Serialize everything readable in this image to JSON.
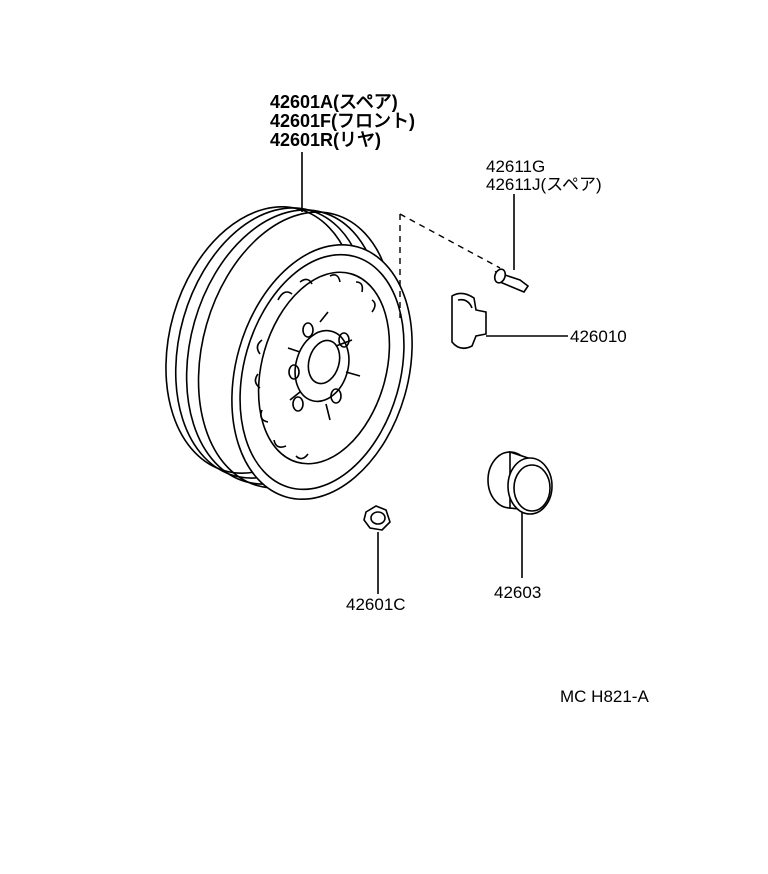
{
  "labels": {
    "wheel_a": "42601A(スペア)",
    "wheel_f": "42601F(フロント)",
    "wheel_r": "42601R(リヤ)",
    "valve_g": "42611G",
    "valve_j": "42611J(スペア)",
    "weight": "426010",
    "nut": "42601C",
    "cap": "42603",
    "ref_code": "MC H821-A"
  }
}
